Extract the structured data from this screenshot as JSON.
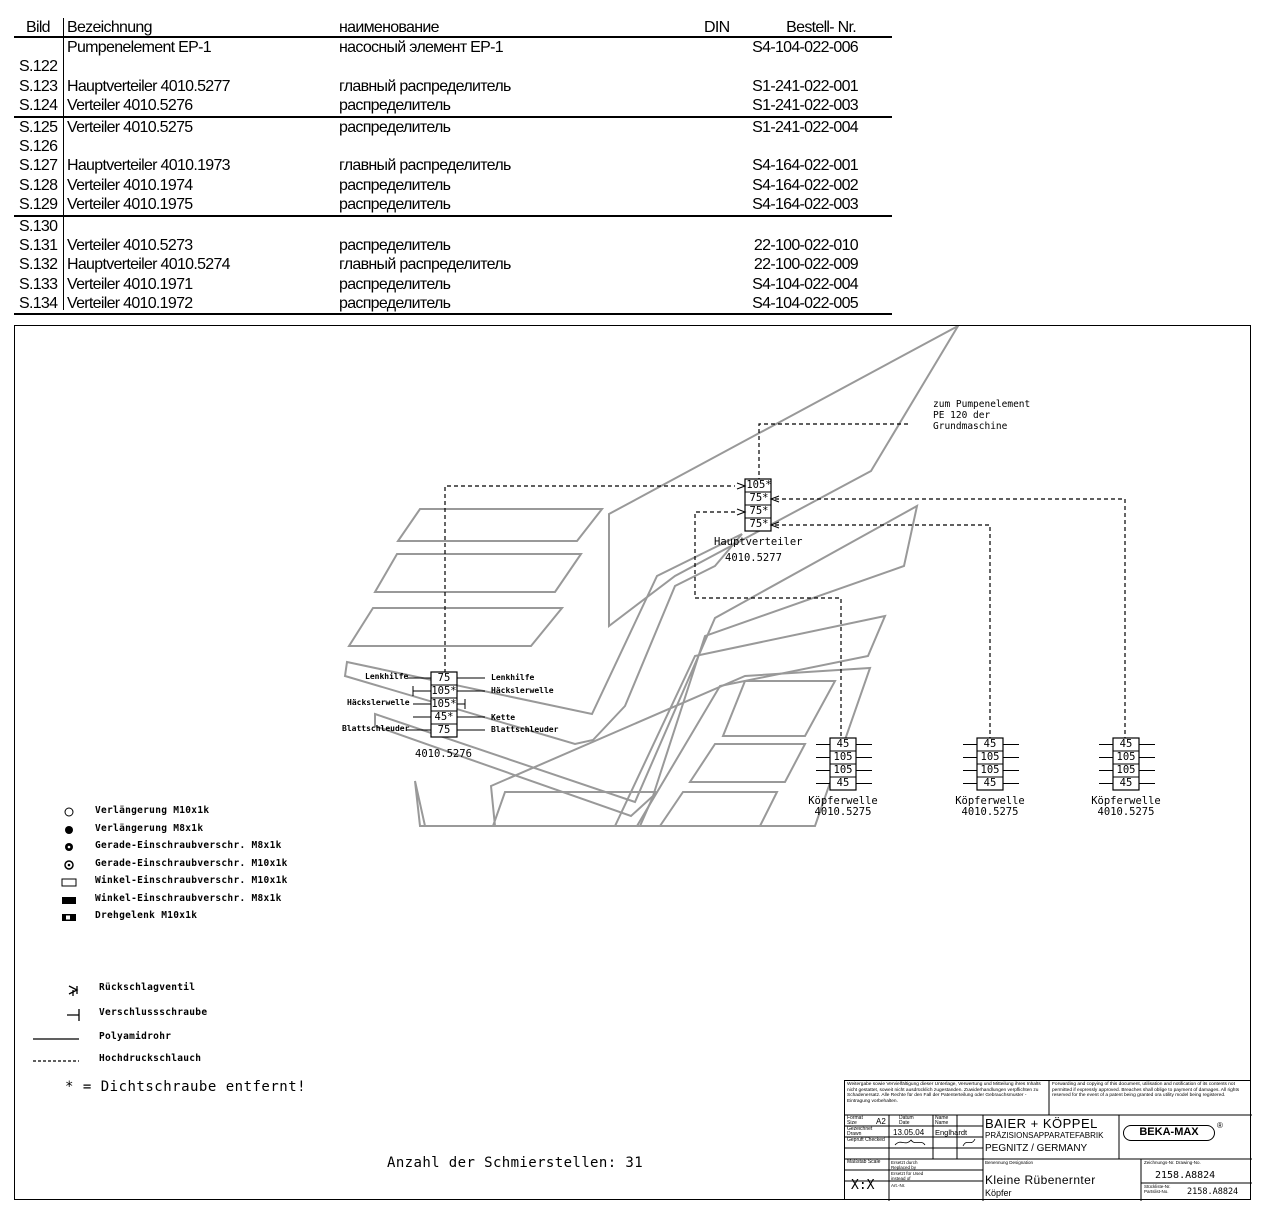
{
  "table": {
    "headers": {
      "bild": "Bild",
      "bezeichnung": "Bezeichnung",
      "naimenovanie": "наименование",
      "din": "DIN",
      "bestell_nr": "Bestell- Nr."
    },
    "rows": [
      {
        "bild": "",
        "bezeichnung": "Pumpenelement EP-1",
        "naimenovanie": "насосный элемент EP-1",
        "din": "",
        "bestell_nr": "S4-104-022-006"
      },
      {
        "bild": "S.122",
        "bezeichnung": "",
        "naimenovanie": "",
        "din": "",
        "bestell_nr": ""
      },
      {
        "bild": "S.123",
        "bezeichnung": "Hauptverteiler 4010.5277",
        "naimenovanie": "главный распределитель",
        "din": "",
        "bestell_nr": "S1-241-022-001"
      },
      {
        "bild": "S.124",
        "bezeichnung": "Verteiler 4010.5276",
        "naimenovanie": "распределитель",
        "din": "",
        "bestell_nr": "S1-241-022-003"
      },
      {
        "bild": "S.125",
        "bezeichnung": "Verteiler 4010.5275",
        "naimenovanie": "распределитель",
        "din": "",
        "bestell_nr": "S1-241-022-004"
      },
      {
        "bild": "S.126",
        "bezeichnung": "",
        "naimenovanie": "",
        "din": "",
        "bestell_nr": ""
      },
      {
        "bild": "S.127",
        "bezeichnung": "Hauptverteiler 4010.1973",
        "naimenovanie": "главный распределитель",
        "din": "",
        "bestell_nr": "S4-164-022-001"
      },
      {
        "bild": "S.128",
        "bezeichnung": "Verteiler 4010.1974",
        "naimenovanie": "распределитель",
        "din": "",
        "bestell_nr": "S4-164-022-002"
      },
      {
        "bild": "S.129",
        "bezeichnung": "Verteiler 4010.1975",
        "naimenovanie": "распределитель",
        "din": "",
        "bestell_nr": "S4-164-022-003"
      },
      {
        "bild": "S.130",
        "bezeichnung": "",
        "naimenovanie": "",
        "din": "",
        "bestell_nr": ""
      },
      {
        "bild": "S.131",
        "bezeichnung": "Verteiler 4010.5273",
        "naimenovanie": "распределитель",
        "din": "",
        "bestell_nr": "22-100-022-010"
      },
      {
        "bild": "S.132",
        "bezeichnung": "Hauptverteiler 4010.5274",
        "naimenovanie": "главный распределитель",
        "din": "",
        "bestell_nr": "22-100-022-009"
      },
      {
        "bild": "S.133",
        "bezeichnung": "Verteiler 4010.1971",
        "naimenovanie": "распределитель",
        "din": "",
        "bestell_nr": "S4-104-022-004"
      },
      {
        "bild": "S.134",
        "bezeichnung": "Verteiler 4010.1972",
        "naimenovanie": "распределитель",
        "din": "",
        "bestell_nr": "S4-104-022-005"
      }
    ]
  },
  "diagram": {
    "pump_note": [
      "zum Pumpenelement",
      "PE 120 der",
      "Grundmaschine"
    ],
    "main_distributor": {
      "label": "Hauptverteiler",
      "id": "4010.5277",
      "cells": [
        "105*",
        "75*",
        "75*",
        "75*"
      ]
    },
    "left_distributor": {
      "id": "4010.5276",
      "cells": [
        "75",
        "105*",
        "105*",
        "45*",
        "75"
      ],
      "left_labels": [
        "Lenkhilfe",
        "",
        "Häckslerwelle",
        "",
        "Blattschleuder"
      ],
      "right_labels": [
        "Lenkhilfe",
        "Häckslerwelle",
        "",
        "Kette",
        "Blattschleuder"
      ]
    },
    "right_distributors": [
      {
        "label": "Köpferwelle",
        "id": "4010.5275",
        "cells": [
          "45",
          "105",
          "105",
          "45"
        ]
      },
      {
        "label": "Köpferwelle",
        "id": "4010.5275",
        "cells": [
          "45",
          "105",
          "105",
          "45"
        ]
      },
      {
        "label": "Köpferwelle",
        "id": "4010.5275",
        "cells": [
          "45",
          "105",
          "105",
          "45"
        ]
      }
    ]
  },
  "legend": {
    "fittings": [
      {
        "icon": "open-circle-icon",
        "text": "Verlängerung M10x1k"
      },
      {
        "icon": "filled-circle-icon",
        "text": "Verlängerung M8x1k"
      },
      {
        "icon": "half-filled-circle-icon",
        "text": "Gerade-Einschraubverschr. M8x1k"
      },
      {
        "icon": "dotted-circle-icon",
        "text": "Gerade-Einschraubverschr. M10x1k"
      },
      {
        "icon": "open-rect-icon",
        "text": "Winkel-Einschraubverschr. M10x1k"
      },
      {
        "icon": "filled-rect-icon",
        "text": "Winkel-Einschraubverschr. M8x1k"
      },
      {
        "icon": "swivel-rect-icon",
        "text": "Drehgelenk M10x1k"
      }
    ],
    "lines": [
      {
        "icon": "check-valve-icon",
        "text": "Rückschlagventil"
      },
      {
        "icon": "plug-screw-icon",
        "text": "Verschlussschraube"
      },
      {
        "icon": "solid-line-icon",
        "text": "Polyamidrohr"
      },
      {
        "icon": "dashed-line-icon",
        "text": "Hochdruckschlauch"
      }
    ],
    "note": "* = Dichtschraube entfernt!"
  },
  "count_text": "Anzahl der Schmierstellen: 31",
  "title_block": {
    "disclaimer_de": "Weitergabe sowie Vervielfältigung dieser Unterlage, Verwertung und Mitteilung ihres Inhalts nicht gestattet, soweit nicht ausdrücklich zugestanden. Zuwiderhandlungen verpflichten zu Schadenersatz. Alle Rechte für den Fall der Patenterteilung oder Gebrauchsmuster - Eintragung vorbehalten.",
    "disclaimer_en": "Forwarding and copying of this document, utilisation and notification of its contents not permitted if expressly approved. Breaches shall oblige to payment of damages. All rights reserved for the event of a patent being granted ora utility model being registered.",
    "format_label": "Format Size",
    "format": "A2",
    "datum_label": "Datum Date",
    "name_label": "Name Name",
    "gezeichnet_label": "Gezeichnet Drawn",
    "date": "13.05.04",
    "drawn_by": "Englhardt",
    "geprueft_label": "Geprüft Checked",
    "massstab_label": "Maßstab Scale",
    "scale": "X:X",
    "ersetzt_durch": "Ersetzt durch Replaced by",
    "ersetzt_fuer": "Ersetzt für Used instead of",
    "art_nr": "Art.-Nr.",
    "company": "BAIER + KÖPPEL",
    "company_sub": "PRÄZISIONSAPPARATEFABRIK",
    "company_loc": "PEGNITZ / GERMANY",
    "brand": "BEKA-MAX",
    "benennung_label": "Benennung Designation",
    "designation1": "Kleine  Rübenernter",
    "designation2": "Köpfer",
    "zeichnungs_label": "Zeichnungs-Nr. Drawing-No.",
    "drawing_no": "2158.A8824",
    "stueckliste_label": "Stückliste-Nr. Partslist-No.",
    "partslist_no": "2158.A8824"
  }
}
